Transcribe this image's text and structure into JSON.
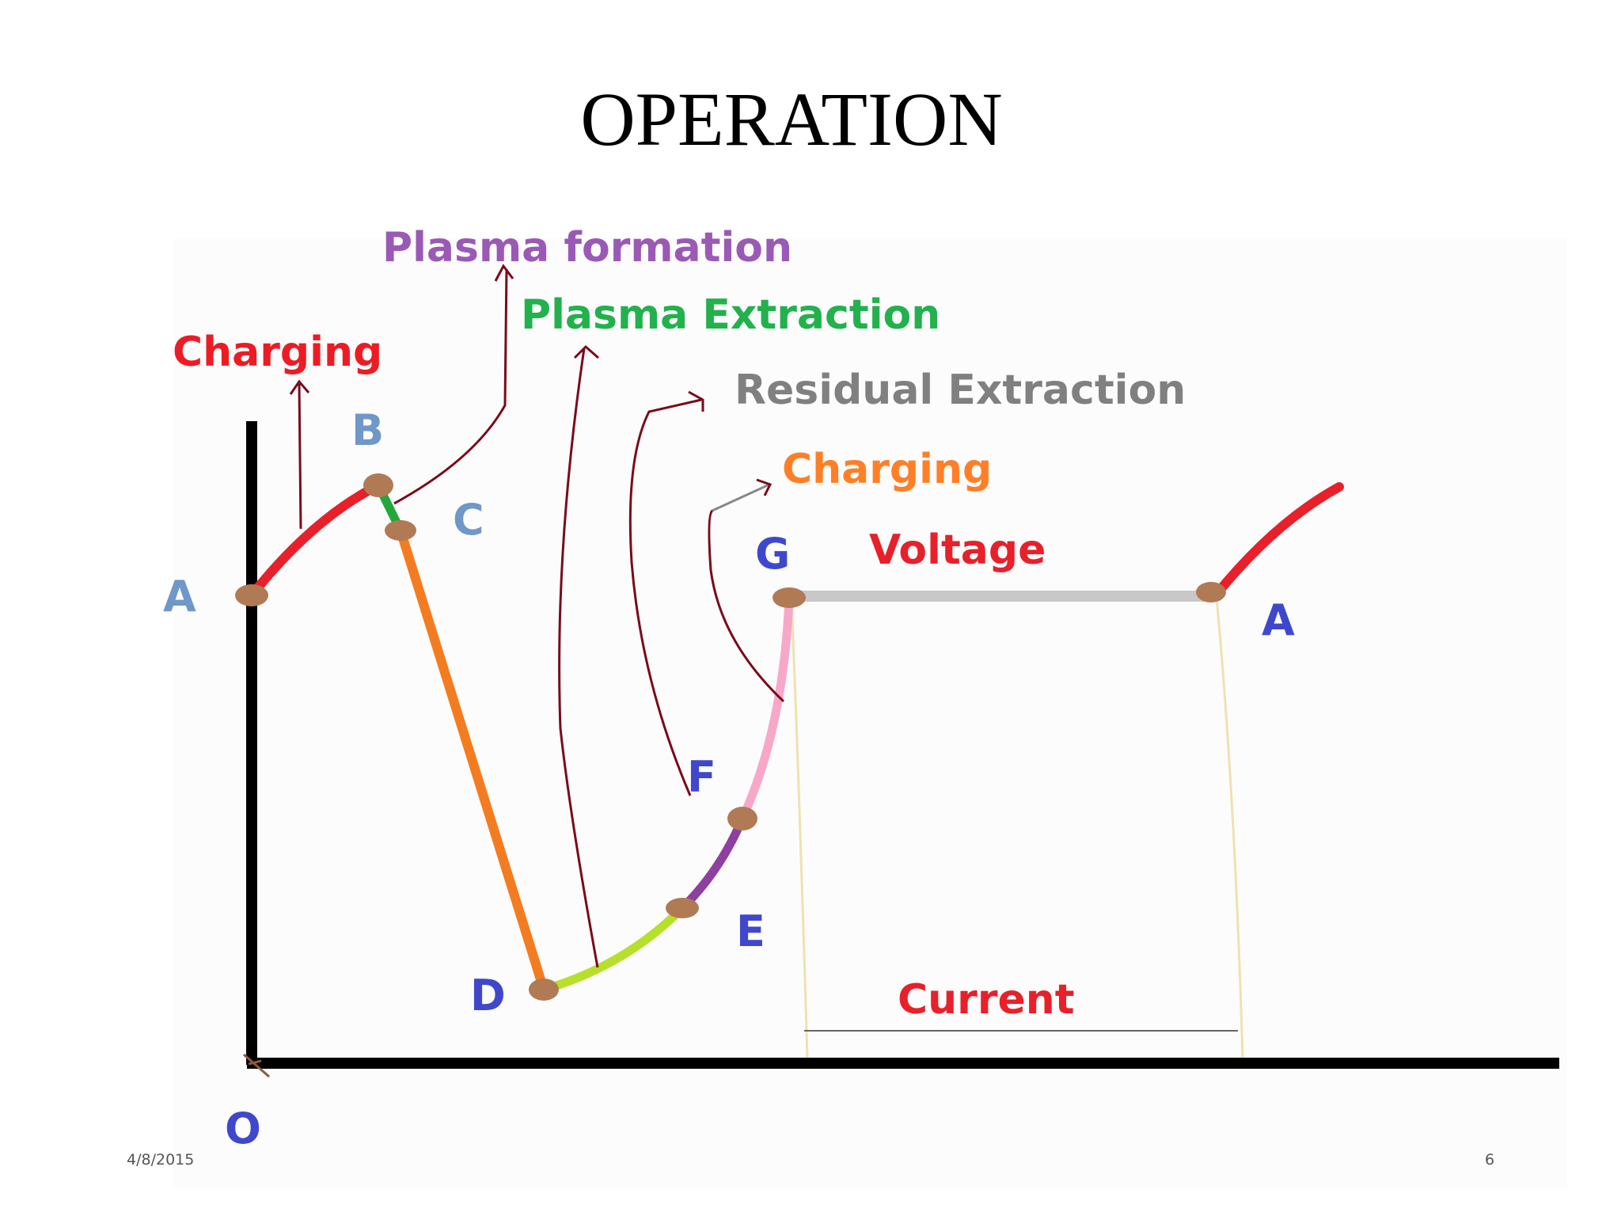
{
  "slide": {
    "title": "OPERATION",
    "date": "4/8/2015",
    "page_number": "6"
  },
  "phases": {
    "plasma_formation": "Plasma formation",
    "plasma_extraction": "Plasma Extraction",
    "charging_1": "Charging",
    "residual_extraction": "Residual Extraction",
    "charging_2": "Charging"
  },
  "points": {
    "A_left": "A",
    "B": "B",
    "C": "C",
    "D": "D",
    "E": "E",
    "F": "F",
    "G": "G",
    "A_right": "A",
    "O": "O"
  },
  "axis_labels": {
    "voltage": "Voltage",
    "current": "Current"
  },
  "colors": {
    "charging_segment": "#e8202a",
    "plasma_formation_segment": "#22a83a",
    "plasma_extraction_segment": "#f47c20",
    "residual_segment": "#b6e02a",
    "purple_segment": "#8e3fa0",
    "pink_segment": "#f7a8c8",
    "voltage_line": "#c8c8c8",
    "node": "#b07a55",
    "arrow": "#7a0a1a",
    "label_plasma_formation": "#9b59b6",
    "label_plasma_extraction": "#22b14c",
    "label_charging_1": "#ed1c24",
    "label_residual": "#808080",
    "label_charging_2": "#ff7f27",
    "label_points_blue": "#3f48cc",
    "label_points_lightblue": "#6f97c8"
  }
}
